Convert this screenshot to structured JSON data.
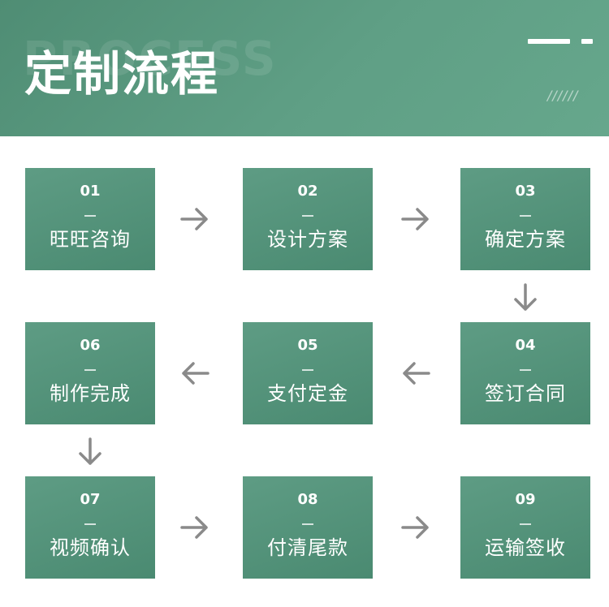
{
  "header": {
    "watermark": "PROCESS",
    "title": "定制流程",
    "decoration": "//////"
  },
  "steps": [
    {
      "num": "01",
      "label": "旺旺咨询"
    },
    {
      "num": "02",
      "label": "设计方案"
    },
    {
      "num": "03",
      "label": "确定方案"
    },
    {
      "num": "04",
      "label": "签订合同"
    },
    {
      "num": "05",
      "label": "支付定金"
    },
    {
      "num": "06",
      "label": "制作完成"
    },
    {
      "num": "07",
      "label": "视频确认"
    },
    {
      "num": "08",
      "label": "付清尾款"
    },
    {
      "num": "09",
      "label": "运输签收"
    }
  ],
  "colors": {
    "primary": "#55937a",
    "arrow": "#8a8a8a"
  }
}
